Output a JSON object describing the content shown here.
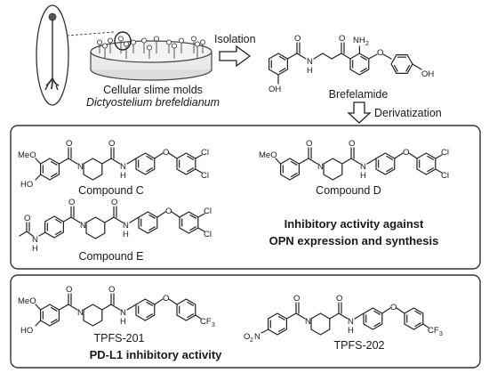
{
  "top": {
    "organism_label": "Cellular slime molds",
    "species_label": "Dictyostelium brefeldianum",
    "isolation_label": "Isolation",
    "natural_product_name": "Brefelamide",
    "derivatization_label": "Derivatization"
  },
  "panel_a": {
    "compounds": [
      "Compound C",
      "Compound D",
      "Compound E"
    ],
    "activity_line1": "Inhibitory activity against",
    "activity_line2": "OPN expression and synthesis"
  },
  "panel_b": {
    "compounds": [
      "TPFS-201",
      "TPFS-202"
    ],
    "activity": "PD-L1 inhibitory activity"
  },
  "atoms": {
    "OH": "OH",
    "HO": "HO",
    "MeO": "MeO",
    "NH2": "NH",
    "NH2_sub": "2",
    "N": "N",
    "H": "H",
    "O": "O",
    "Cl": "Cl",
    "CF3": "CF",
    "CF3_sub": "3",
    "O2N": "O",
    "O2N_sub": "2",
    "O2N_tail": "N"
  }
}
